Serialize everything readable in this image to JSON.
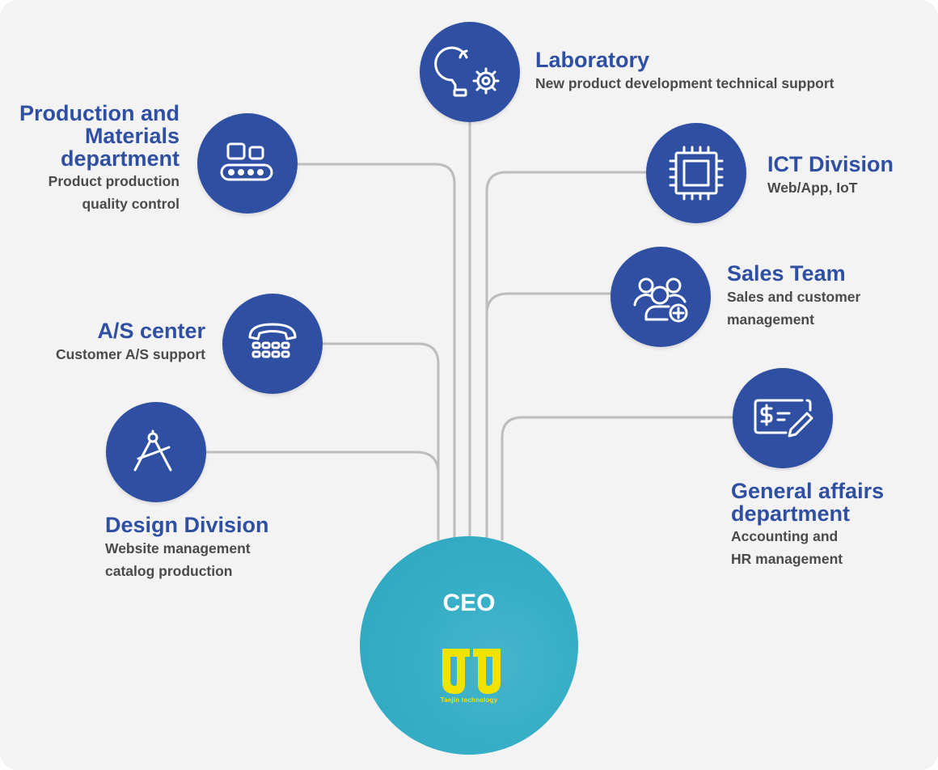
{
  "ceo": {
    "title": "CEO",
    "logo_text": "Taejin technology"
  },
  "departments": {
    "laboratory": {
      "title": "Laboratory",
      "desc": "New product development technical support",
      "icon": "lightbulb-gear-icon"
    },
    "production": {
      "title_lines": [
        "Production and",
        "Materials",
        "department"
      ],
      "desc_lines": [
        "Product production",
        "quality control"
      ],
      "icon": "conveyor-belt-icon"
    },
    "ict": {
      "title": "ICT Division",
      "desc": "Web/App, IoT",
      "icon": "microchip-icon"
    },
    "sales": {
      "title": "Sales Team",
      "desc_lines": [
        "Sales and customer",
        "management"
      ],
      "icon": "users-plus-icon"
    },
    "as_center": {
      "title": "A/S center",
      "desc": "Customer A/S support",
      "icon": "telephone-icon"
    },
    "general_affairs": {
      "title_lines": [
        "General affairs",
        "department"
      ],
      "desc_lines": [
        "Accounting and",
        "HR management"
      ],
      "icon": "check-pen-icon"
    },
    "design": {
      "title": "Design Division",
      "desc_lines": [
        "Website management",
        "catalog production"
      ],
      "icon": "drafting-compass-icon"
    }
  },
  "colors": {
    "node": "#2f4fa3",
    "title": "#2f4fa3",
    "ceo": "#36aec6",
    "connector": "#bdbdbd",
    "logo": "#f2e200",
    "background": "#f3f3f4"
  }
}
